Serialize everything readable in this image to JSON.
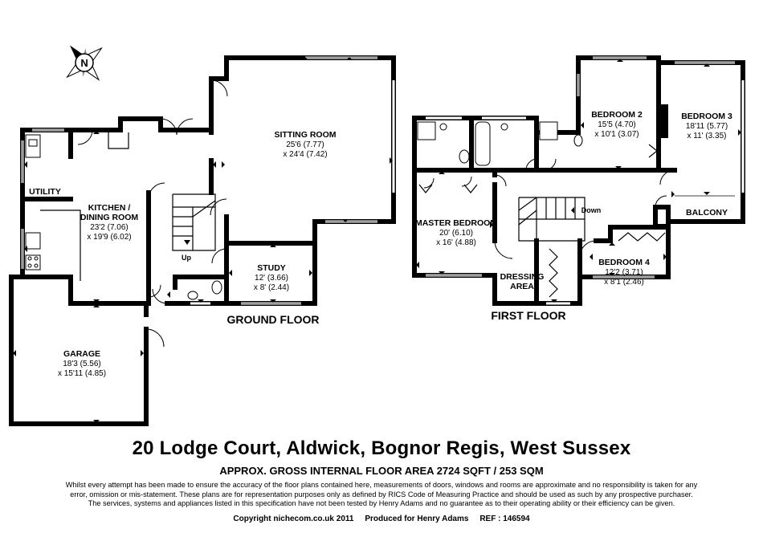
{
  "compass": {
    "letter": "N",
    "icon": "compass-rose-icon"
  },
  "floors": [
    {
      "label": "GROUND FLOOR"
    },
    {
      "label": "FIRST FLOOR"
    }
  ],
  "rooms": {
    "utility": {
      "name": "UTILITY"
    },
    "kitchen": {
      "name": "KITCHEN /",
      "name2": "DINING ROOM",
      "dim1": "23'2 (7.06)",
      "dim2": "x 19'9 (6.02)"
    },
    "sitting": {
      "name": "SITTING ROOM",
      "dim1": "25'6 (7.77)",
      "dim2": "x 24'4 (7.42)"
    },
    "study": {
      "name": "STUDY",
      "dim1": "12' (3.66)",
      "dim2": "x 8' (2.44)"
    },
    "garage": {
      "name": "GARAGE",
      "dim1": "18'3 (5.56)",
      "dim2": "x 15'11 (4.85)"
    },
    "master": {
      "name": "MASTER BEDROOM",
      "dim1": "20' (6.10)",
      "dim2": "x 16' (4.88)"
    },
    "dressing": {
      "name": "DRESSING",
      "name2": "AREA"
    },
    "bed2": {
      "name": "BEDROOM 2",
      "dim1": "15'5 (4.70)",
      "dim2": "x 10'1 (3.07)"
    },
    "bed3": {
      "name": "BEDROOM 3",
      "dim1": "18'11 (5.77)",
      "dim2": "x 11' (3.35)"
    },
    "bed4": {
      "name": "BEDROOM 4",
      "dim1": "12'2 (3.71)",
      "dim2": "x 8'1 (2.46)"
    },
    "balcony": {
      "name": "BALCONY"
    }
  },
  "stairs": {
    "up": "Up",
    "down": "Down"
  },
  "address": "20 Lodge Court, Aldwick, Bognor Regis, West Sussex",
  "area": "APPROX. GROSS INTERNAL FLOOR AREA 2724 SQFT / 253 SQM",
  "disclaimer": [
    "Whilst every attempt has been made to ensure the accuracy of the floor plans contained here, measurements of doors, windows and rooms are approximate and no responsibility is taken for any",
    "error, omission or mis-statement.  These plans are for representation purposes only as defined by RICS Code of Measuring Practice and should be used as such by any prospective purchaser.",
    "The services, systems and appliances listed in this specification have not been tested by Henry Adams and no guarantee as to their operating ability or their efficiency can be given."
  ],
  "footer": "Copyright nichecom.co.uk 2011     Produced for Henry Adams     REF : 146594"
}
